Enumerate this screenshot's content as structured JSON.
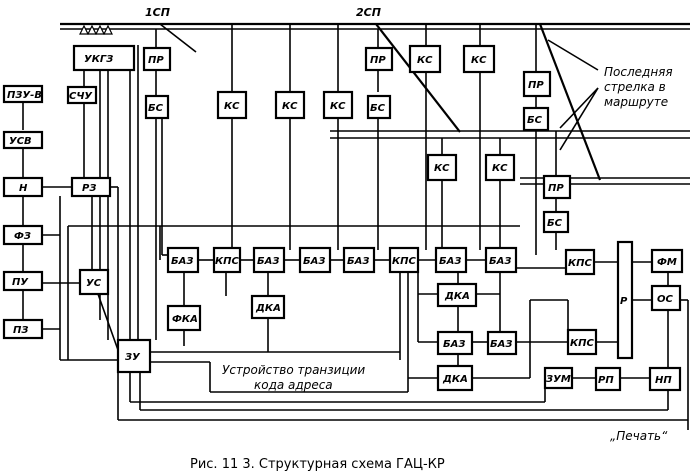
{
  "track_labels": {
    "section1": "1СП",
    "section2": "2СП"
  },
  "annotations": {
    "last_switch": [
      "Последняя",
      "стрелка в",
      "маршруте"
    ],
    "transit_device": [
      "Устройство транзиции",
      "кода адреса"
    ],
    "print": "„Печать“"
  },
  "caption": "Рис. 11 3. Структурная схема ГАЦ-КР",
  "blocks": {
    "pzu": "ПЗУ-В",
    "usv": "УСВ",
    "n": "Н",
    "fz": "ФЗ",
    "pu": "ПУ",
    "pz": "ПЗ",
    "rz": "РЗ",
    "us": "УС",
    "zu": "ЗУ",
    "sch": "СЧУ",
    "ukgz": "УКГЗ",
    "pr1": "ПР",
    "bs1": "БС",
    "ks1": "КС",
    "ks2": "КС",
    "ks3": "КС",
    "pr2": "ПР",
    "bs2": "БС",
    "ks4": "КС",
    "ks5": "КС",
    "ks6": "КС",
    "ks7": "КС",
    "pr3": "ПР",
    "bs3": "БС",
    "pr4": "ПР",
    "bs4": "БС",
    "baz1": "БАЗ",
    "kps1": "КПС",
    "baz2": "БАЗ",
    "baz3": "БАЗ",
    "baz4": "БАЗ",
    "kps2": "КПС",
    "baz5": "БАЗ",
    "baz6": "БАЗ",
    "kps3": "КПС",
    "dka1": "ДКА",
    "fka": "ФКА",
    "dka2": "ДКА",
    "baz7": "БАЗ",
    "baz8": "БАЗ",
    "dka3": "ДКА",
    "kps4": "КПС",
    "r": "Р",
    "fm": "ФМ",
    "os": "ОС",
    "np": "НП",
    "rp": "РП",
    "zum": "ЗУМ"
  }
}
